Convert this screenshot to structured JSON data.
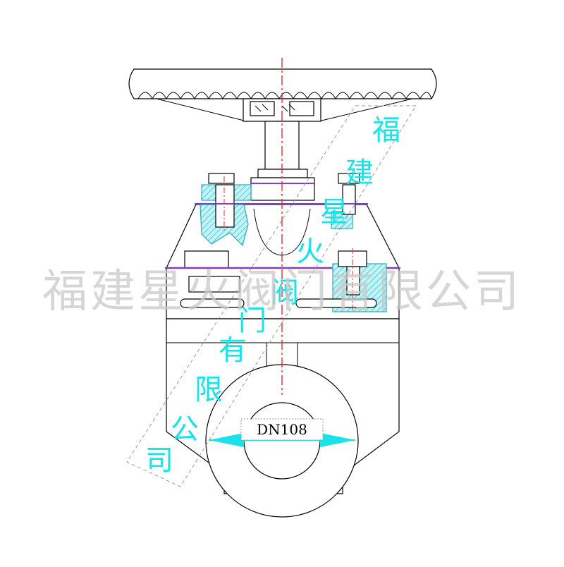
{
  "watermark": {
    "text": "福建星火阀门有限公司",
    "diagonal_chars": [
      "福",
      "建",
      "星",
      "火",
      "阀",
      "门",
      "有",
      "限",
      "公",
      "司"
    ]
  },
  "dimension": {
    "label": "DN108"
  },
  "colors": {
    "outline": "#000000",
    "centerline": "#e0302a",
    "hatch": "#2aa9b8",
    "seal": "#8a3cc0",
    "dimension_arrow": "#19e2e9",
    "watermark_grey": "#c9c9c9"
  }
}
